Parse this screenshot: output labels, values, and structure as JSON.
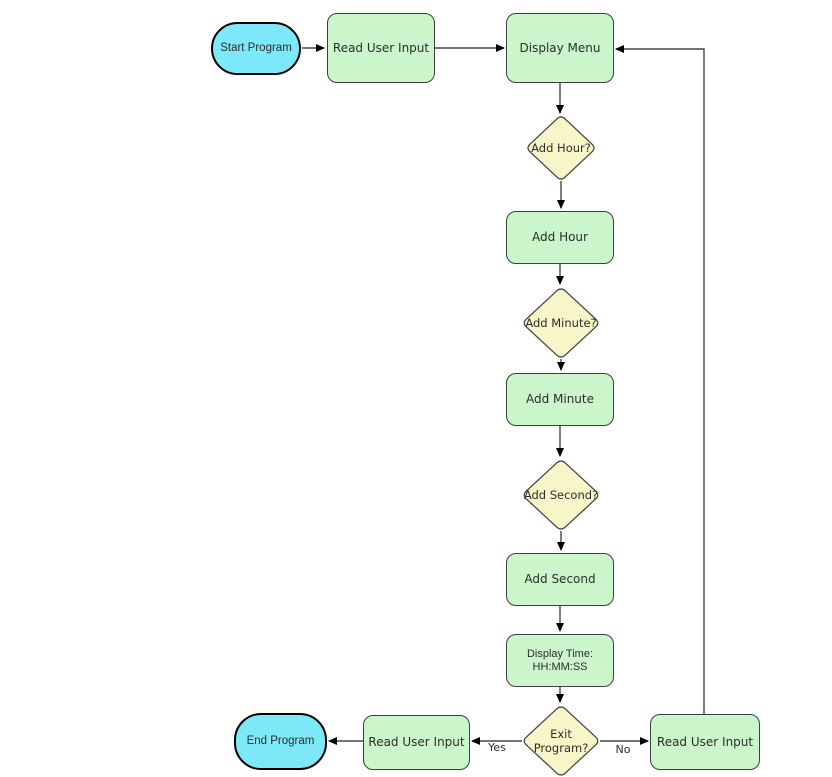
{
  "diagram": {
    "background": "#ffffff",
    "colors": {
      "terminal_fill": "#7de9f8",
      "terminal_border": "#000000",
      "process_fill": "#cbf5ca",
      "process_border": "#3e3e3e",
      "decision_fill": "#f8f6c8",
      "decision_border": "#3e3e3e",
      "connector_line": "#474747",
      "arrowhead": "#000000"
    },
    "nodes": [
      {
        "id": "start",
        "type": "terminal",
        "label": "Start Program"
      },
      {
        "id": "read-input-top",
        "type": "process",
        "label": "Read User Input"
      },
      {
        "id": "display-menu",
        "type": "process",
        "label": "Display Menu"
      },
      {
        "id": "add-hour-q",
        "type": "decision",
        "label": "Add Hour?"
      },
      {
        "id": "add-hour",
        "type": "process",
        "label": "Add Hour"
      },
      {
        "id": "add-minute-q",
        "type": "decision",
        "label": "Add Minute?"
      },
      {
        "id": "add-minute",
        "type": "process",
        "label": "Add Minute"
      },
      {
        "id": "add-second-q",
        "type": "decision",
        "label": "Add Second?"
      },
      {
        "id": "add-second",
        "type": "process",
        "label": "Add Second"
      },
      {
        "id": "display-time",
        "type": "process",
        "label": "Display Time:\nHH:MM:SS"
      },
      {
        "id": "exit-q",
        "type": "decision",
        "label": "Exit\nProgram?"
      },
      {
        "id": "read-input-right",
        "type": "process",
        "label": "Read User Input"
      },
      {
        "id": "read-input-left",
        "type": "process",
        "label": "Read User Input"
      },
      {
        "id": "end",
        "type": "terminal",
        "label": "End Program"
      }
    ],
    "edge_labels": {
      "yes": "Yes",
      "no": "No"
    }
  }
}
